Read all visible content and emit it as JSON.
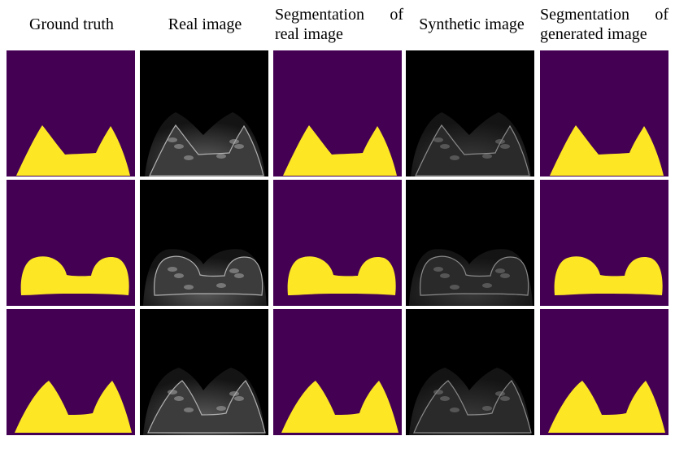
{
  "columns": [
    {
      "id": "ground-truth",
      "label_lines": [
        "Ground truth"
      ],
      "kind": "mask"
    },
    {
      "id": "real-image",
      "label_lines": [
        "Real image"
      ],
      "kind": "mri"
    },
    {
      "id": "segmentation-real",
      "label_lines": [
        "Segmentation of",
        "real image"
      ],
      "kind": "mask"
    },
    {
      "id": "synthetic-image",
      "label_lines": [
        "Synthetic image"
      ],
      "kind": "mri"
    },
    {
      "id": "segmentation-generated",
      "label_lines": [
        "Segmentation of",
        "generated image"
      ],
      "kind": "mask"
    }
  ],
  "rows": 3,
  "colors": {
    "mask_background": "#440154",
    "mask_foreground": "#fde725",
    "mri_background": "#000000",
    "divider": "#ffffff"
  }
}
